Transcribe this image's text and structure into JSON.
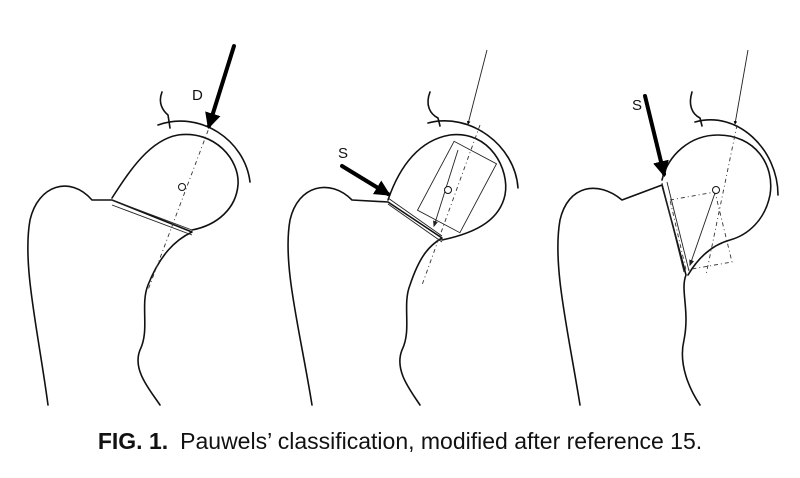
{
  "diagram": {
    "panels": [
      {
        "force_label": "D"
      },
      {
        "force_label": "S"
      },
      {
        "force_label": "S"
      }
    ]
  },
  "caption": {
    "label": "FIG. 1.",
    "text": "Pauwels’ classification, modified after reference 15."
  }
}
